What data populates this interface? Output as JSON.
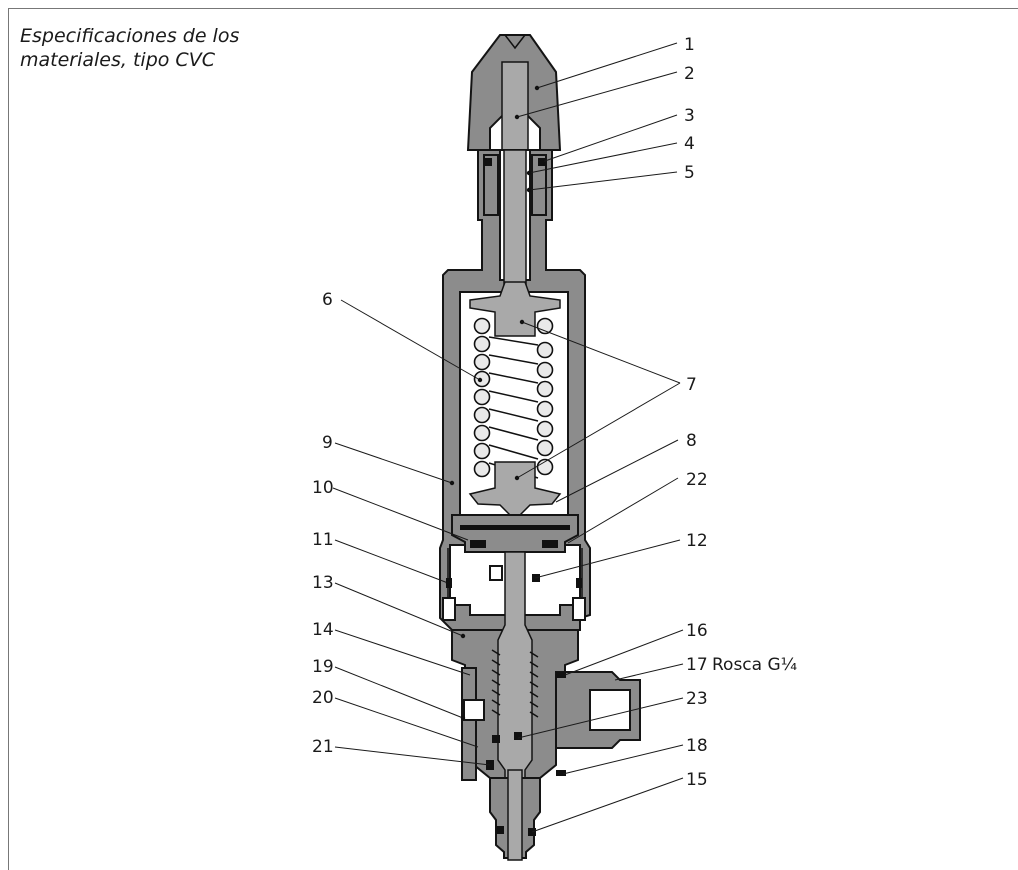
{
  "caption": "Especificaciones de los materiales, tipo CVC",
  "caption_line1": "Especificaciones de los",
  "caption_line2": "materiales, tipo CVC",
  "thread_label": "Rosca G¼",
  "callouts": [
    "1",
    "2",
    "3",
    "4",
    "5",
    "6",
    "7",
    "8",
    "9",
    "10",
    "11",
    "12",
    "13",
    "14",
    "15",
    "16",
    "17",
    "18",
    "19",
    "20",
    "21",
    "22",
    "23"
  ]
}
